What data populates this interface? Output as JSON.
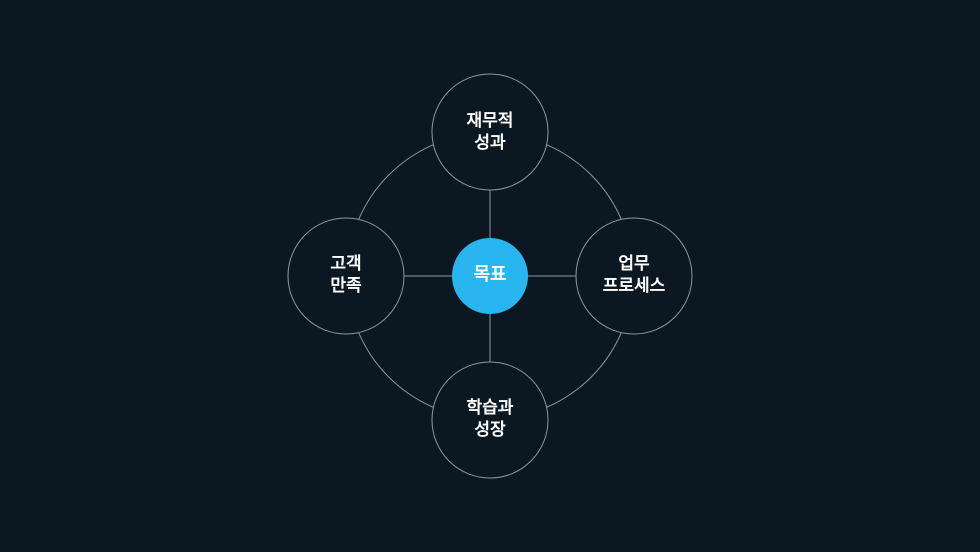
{
  "diagram": {
    "center": {
      "label": "목표",
      "color": "#29b6f0"
    },
    "nodes": {
      "top": {
        "line1": "재무적",
        "line2": "성과"
      },
      "right": {
        "line1": "업무",
        "line2": "프로세스"
      },
      "bottom": {
        "line1": "학습과",
        "line2": "성장"
      },
      "left": {
        "line1": "고객",
        "line2": "만족"
      }
    },
    "colors": {
      "background": "#0b1822",
      "node_fill": "#0b1822",
      "stroke": "#8a98a4",
      "text": "#ffffff"
    }
  }
}
